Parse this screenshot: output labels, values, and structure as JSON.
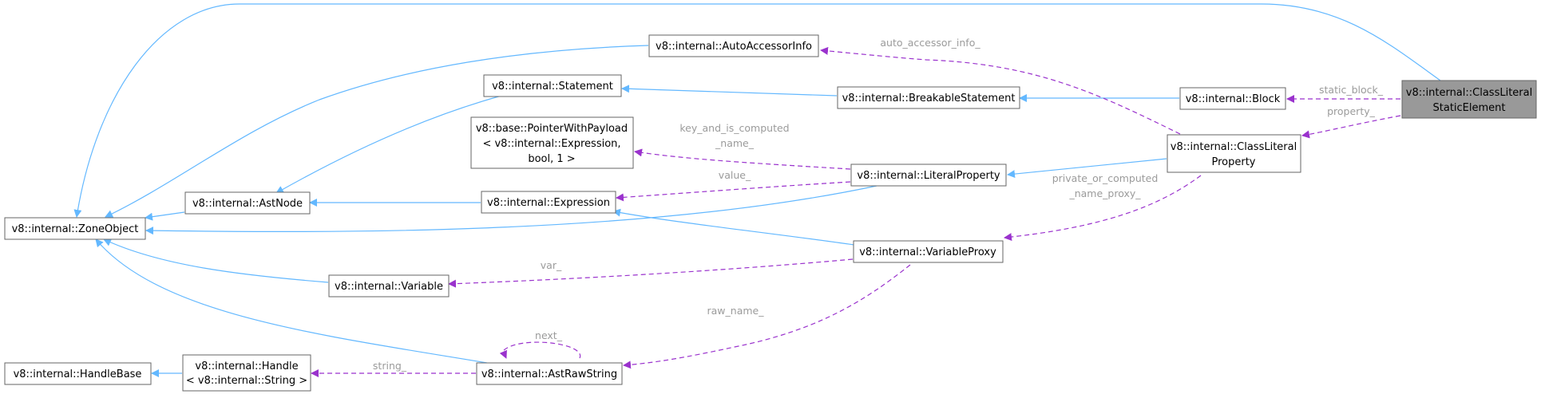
{
  "nodes": {
    "zone_object": "v8::internal::ZoneObject",
    "handle_base": "v8::internal::HandleBase",
    "ast_node": "v8::internal::AstNode",
    "variable": "v8::internal::Variable",
    "handle_l1": "v8::internal::Handle",
    "handle_l2": "< v8::internal::String >",
    "pointer_l1": "v8::base::PointerWithPayload",
    "pointer_l2": "< v8::internal::Expression,",
    "pointer_l3": "bool, 1 >",
    "statement": "v8::internal::Statement",
    "expression": "v8::internal::Expression",
    "ast_raw_string": "v8::internal::AstRawString",
    "auto_accessor_info": "v8::internal::AutoAccessorInfo",
    "breakable_statement": "v8::internal::BreakableStatement",
    "literal_property": "v8::internal::LiteralProperty",
    "variable_proxy": "v8::internal::VariableProxy",
    "block": "v8::internal::Block",
    "class_literal_property_l1": "v8::internal::ClassLiteral",
    "class_literal_property_l2": "Property",
    "class_literal_static_l1": "v8::internal::ClassLiteral",
    "class_literal_static_l2": "StaticElement"
  },
  "edge_labels": {
    "auto_accessor_info": "auto_accessor_info_",
    "static_block": "static_block_",
    "property": "property_",
    "key_and_is_computed_l1": "key_and_is_computed",
    "key_and_is_computed_l2": "_name_",
    "value": "value_",
    "private_or_computed_l1": "private_or_computed",
    "private_or_computed_l2": "_name_proxy_",
    "var": "var_",
    "raw_name": "raw_name_",
    "next": "next_",
    "string": "string_"
  },
  "colors": {
    "inheritance_edge": "#63b8ff",
    "usage_edge": "#9a32cd",
    "highlight_node": "#999999"
  }
}
